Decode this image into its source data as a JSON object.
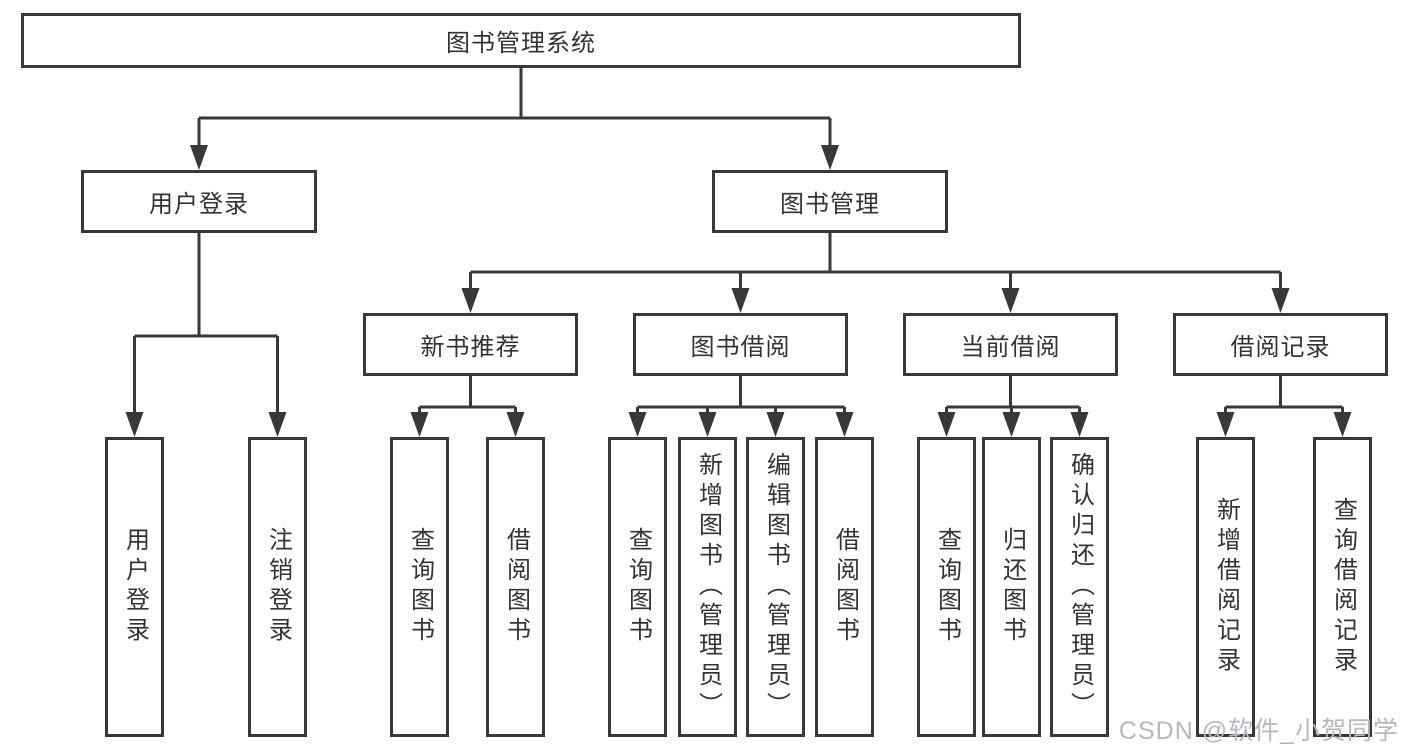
{
  "tree": {
    "label": "图书管理系统",
    "children": [
      {
        "label": "用户登录",
        "children": [
          {
            "label": "用户登录"
          },
          {
            "label": "注销登录"
          }
        ]
      },
      {
        "label": "图书管理",
        "children": [
          {
            "label": "新书推荐",
            "children": [
              {
                "label": "查询图书"
              },
              {
                "label": "借阅图书"
              }
            ]
          },
          {
            "label": "图书借阅",
            "children": [
              {
                "label": "查询图书"
              },
              {
                "label": "新增图书（管理员）"
              },
              {
                "label": "编辑图书（管理员）"
              },
              {
                "label": "借阅图书"
              }
            ]
          },
          {
            "label": "当前借阅",
            "children": [
              {
                "label": "查询图书"
              },
              {
                "label": "归还图书"
              },
              {
                "label": "确认归还（管理员）"
              }
            ]
          },
          {
            "label": "借阅记录",
            "children": [
              {
                "label": "新增借阅记录"
              },
              {
                "label": "查询借阅记录"
              }
            ]
          }
        ]
      }
    ]
  },
  "watermark": "CSDN @软件_小贺同学",
  "colors": {
    "line": "#383838",
    "box_border": "#383838",
    "text": "#333333",
    "watermark": "#b5b9be",
    "background": "#ffffff"
  }
}
